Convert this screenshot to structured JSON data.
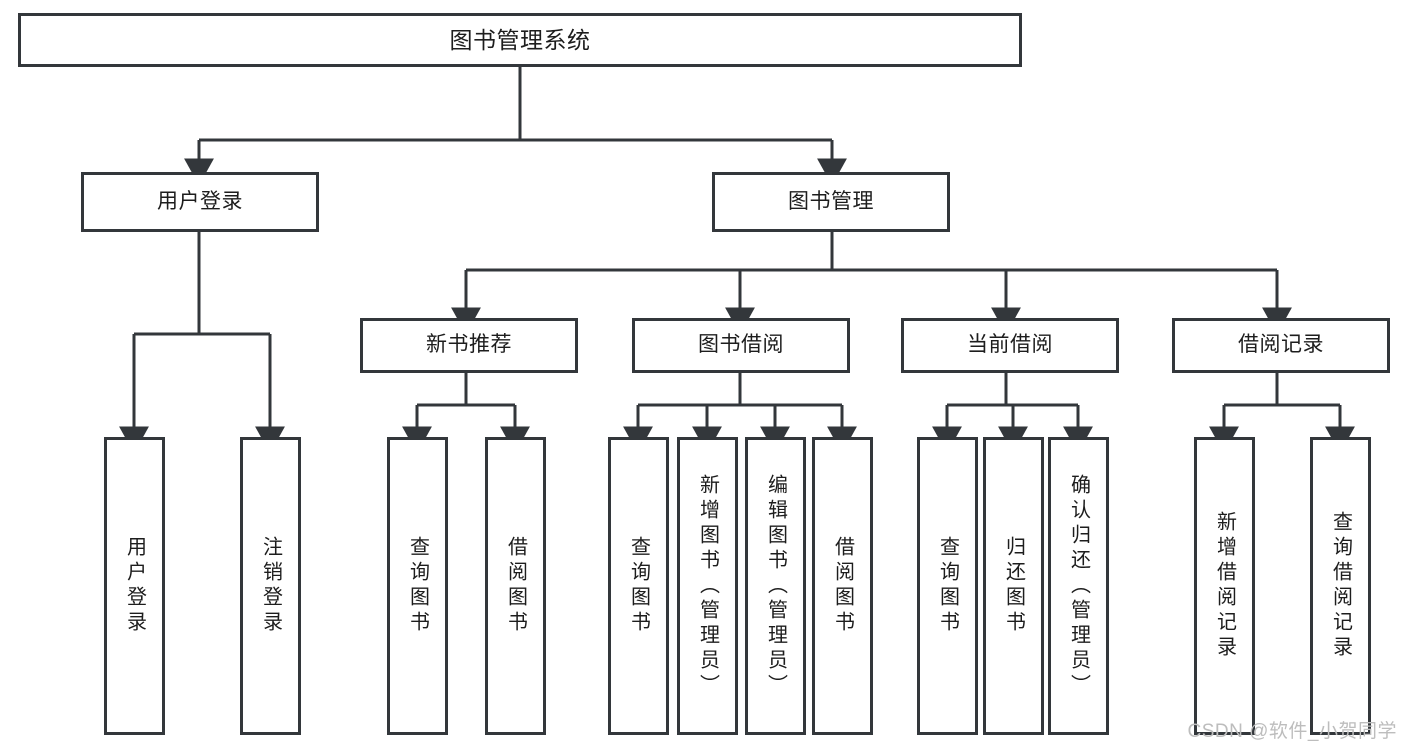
{
  "diagram": {
    "title": "图书管理系统",
    "type": "hierarchy-tree",
    "orientation": "top-down",
    "colors": {
      "background": "#ffffff",
      "box_border": "#33373b",
      "box_fill": "#ffffff",
      "connector": "#33373b",
      "text": "#1d1d1d",
      "watermark": "#bdbdbd"
    },
    "root": {
      "id": "root",
      "label": "图书管理系统"
    },
    "level2": [
      {
        "id": "user-login",
        "label": "用户登录"
      },
      {
        "id": "book-manage",
        "label": "图书管理"
      }
    ],
    "level3": [
      {
        "id": "new-book-rec",
        "label": "新书推荐",
        "parent": "book-manage"
      },
      {
        "id": "book-borrow",
        "label": "图书借阅",
        "parent": "book-manage"
      },
      {
        "id": "current-borrow",
        "label": "当前借阅",
        "parent": "book-manage"
      },
      {
        "id": "borrow-record",
        "label": "借阅记录",
        "parent": "book-manage"
      }
    ],
    "leaves": [
      {
        "id": "leaf-user-login",
        "label": "用户登录",
        "parent": "user-login"
      },
      {
        "id": "leaf-user-logout",
        "label": "注销登录",
        "parent": "user-login"
      },
      {
        "id": "leaf-rec-query-book",
        "label": "查询图书",
        "parent": "new-book-rec"
      },
      {
        "id": "leaf-rec-borrow-book",
        "label": "借阅图书",
        "parent": "new-book-rec"
      },
      {
        "id": "leaf-borrow-query-book",
        "label": "查询图书",
        "parent": "book-borrow"
      },
      {
        "id": "leaf-borrow-add-book",
        "label": "新增图书（管理员）",
        "parent": "book-borrow"
      },
      {
        "id": "leaf-borrow-edit-book",
        "label": "编辑图书（管理员）",
        "parent": "book-borrow"
      },
      {
        "id": "leaf-borrow-borrow-book",
        "label": "借阅图书",
        "parent": "book-borrow"
      },
      {
        "id": "leaf-cur-query-book",
        "label": "查询图书",
        "parent": "current-borrow"
      },
      {
        "id": "leaf-cur-return-book",
        "label": "归还图书",
        "parent": "current-borrow"
      },
      {
        "id": "leaf-cur-confirm-return",
        "label": "确认归还（管理员）",
        "parent": "current-borrow"
      },
      {
        "id": "leaf-rec-add-record",
        "label": "新增借阅记录",
        "parent": "borrow-record"
      },
      {
        "id": "leaf-rec-query-record",
        "label": "查询借阅记录",
        "parent": "borrow-record"
      }
    ],
    "watermark": "CSDN @软件_小贺同学"
  }
}
